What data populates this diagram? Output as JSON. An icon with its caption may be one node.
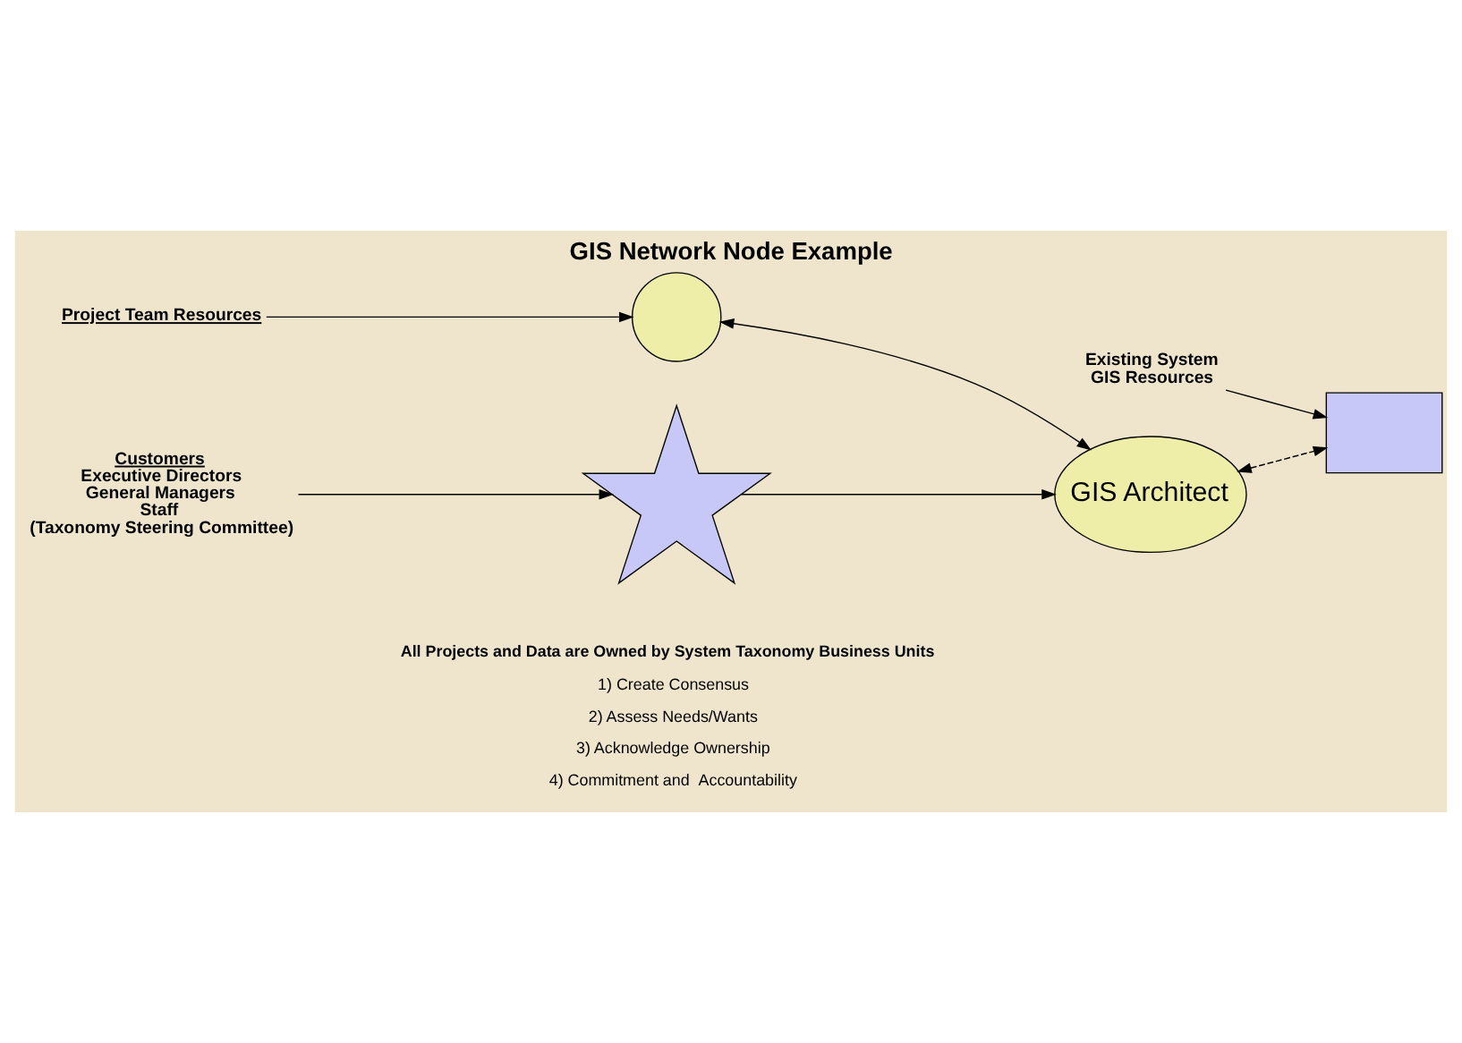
{
  "diagram": {
    "title": "GIS Network Node Example",
    "nodes": [
      {
        "text": [
          "GIS Architect"
        ]
      },
      {
        "text": [],
        "shape": "circle"
      },
      {
        "text": [],
        "shape": "box"
      },
      {
        "text": [],
        "shape": "star"
      },
      {
        "text": [
          "Project Team Resources"
        ]
      },
      {
        "text": [
          "Existing System",
          "GIS Resources"
        ]
      },
      {
        "text": [
          "Customers",
          "Executive Directors",
          "General Managers",
          "Staff",
          "(Taxonomy Steering Committee)"
        ]
      }
    ],
    "edges": [
      {
        "from": 1,
        "to": 0,
        "arrow": "both"
      },
      {
        "from": 0,
        "to": 2,
        "arrow": "both",
        "style": "dashed"
      },
      {
        "from": 3,
        "to": 0,
        "arrow": "to"
      },
      {
        "from": 4,
        "to": 1,
        "arrow": "to"
      },
      {
        "from": 5,
        "to": 2,
        "arrow": "to"
      },
      {
        "from": 6,
        "to": 3,
        "arrow": "to"
      }
    ],
    "labels": [
      "All Projects and Data are Owned by System Taxonomy Business Units",
      "1) Create Consensus",
      "2) Assess Needs/Wants",
      "3) Acknowledge Ownership",
      "4) Commitment and  Accountability"
    ]
  }
}
